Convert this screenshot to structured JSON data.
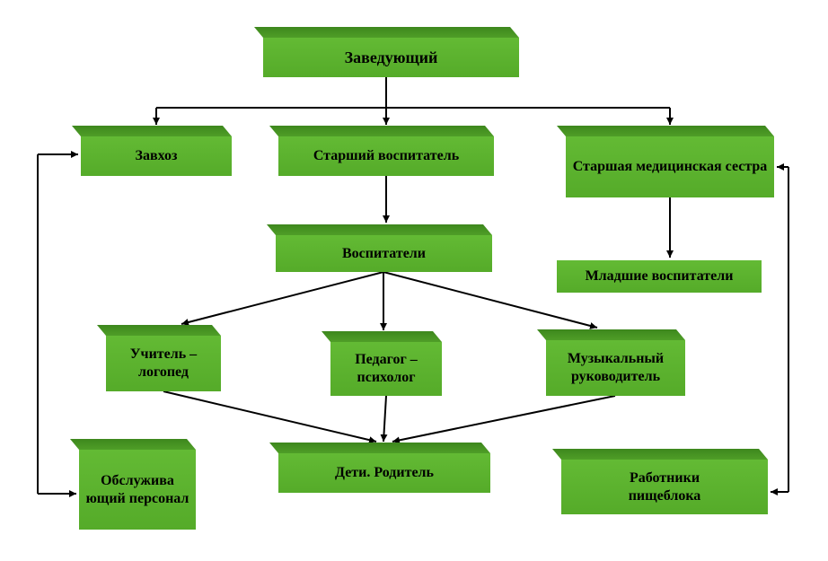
{
  "diagram": {
    "type": "org-chart",
    "nodes": {
      "director": {
        "label": "Заведующий"
      },
      "zavhoz": {
        "label": "Завхоз"
      },
      "senior_teacher": {
        "label": "Старший воспитатель"
      },
      "senior_nurse": {
        "label": "Старшая медицинская сестра"
      },
      "teachers": {
        "label": "Воспитатели"
      },
      "junior_teachers": {
        "label": "Младшие воспитатели"
      },
      "speech_therapist": {
        "label": "Учитель – логопед"
      },
      "psychologist": {
        "label": "Педагог – психолог"
      },
      "music_director": {
        "label": "Музыкальный руководитель"
      },
      "children_parents": {
        "label": "Дети. Родитель"
      },
      "service_staff": {
        "label": "Обслужива ющий персонал"
      },
      "kitchen_workers": {
        "label": "Работники пищеблока"
      }
    },
    "edges": [
      "director -> zavhoz",
      "director -> senior_teacher",
      "director -> senior_nurse",
      "senior_teacher -> teachers",
      "senior_nurse -> junior_teachers",
      "teachers -> speech_therapist",
      "teachers -> psychologist",
      "teachers -> music_director",
      "speech_therapist -> children_parents",
      "psychologist -> children_parents",
      "music_director -> children_parents",
      "zavhoz <-> service_staff",
      "senior_nurse <-> kitchen_workers"
    ],
    "colors": {
      "box_front": "#5bb42d",
      "box_top": "#3f8c1f",
      "arrow": "#000000",
      "text": "#000000",
      "background": "#ffffff"
    }
  }
}
